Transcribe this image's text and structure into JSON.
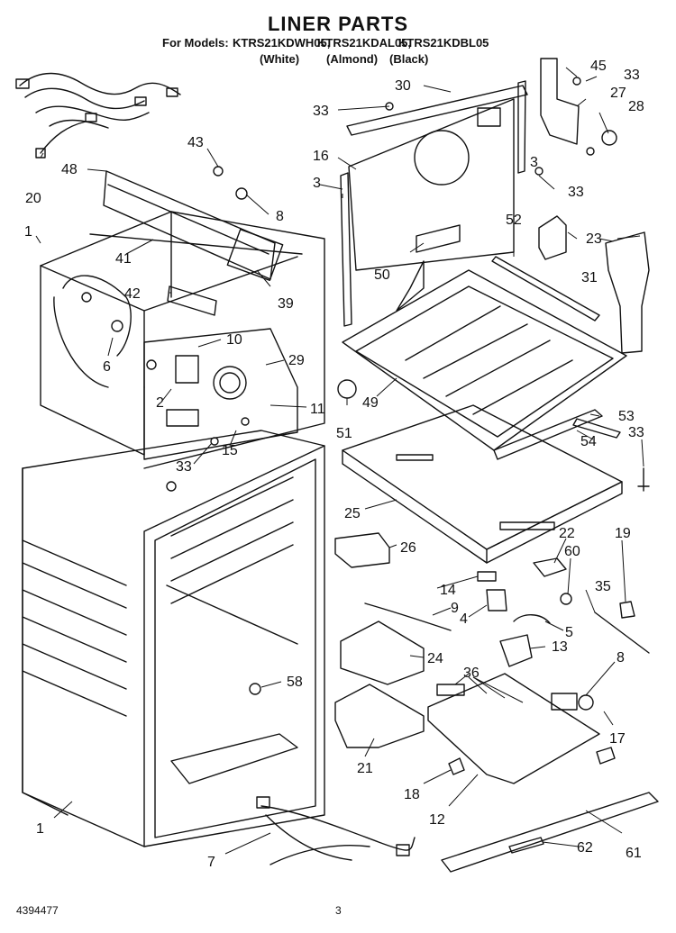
{
  "header": {
    "title": "LINER PARTS",
    "models_prefix": "For Models:",
    "models": [
      "KTRS21KDWH05,",
      "KTRS21KDAL05,",
      "KTRS21KDBL05"
    ],
    "variants": [
      "(White)",
      "(Almond)",
      "(Black)"
    ]
  },
  "footer": {
    "doc_number": "4394477",
    "page_number": "3"
  },
  "callouts": [
    "45",
    "33",
    "30",
    "27",
    "28",
    "33",
    "16",
    "3",
    "3",
    "33",
    "43",
    "48",
    "8",
    "20",
    "1",
    "41",
    "42",
    "39",
    "10",
    "6",
    "29",
    "2",
    "11",
    "15",
    "33",
    "52",
    "23",
    "31",
    "50",
    "51",
    "49",
    "53",
    "54",
    "33",
    "25",
    "26",
    "22",
    "19",
    "60",
    "14",
    "9",
    "4",
    "35",
    "5",
    "24",
    "13",
    "36",
    "8",
    "58",
    "17",
    "21",
    "18",
    "12",
    "7",
    "62",
    "61",
    "1"
  ],
  "icons": {
    "parts": "refrigerator-liner-exploded-view"
  }
}
